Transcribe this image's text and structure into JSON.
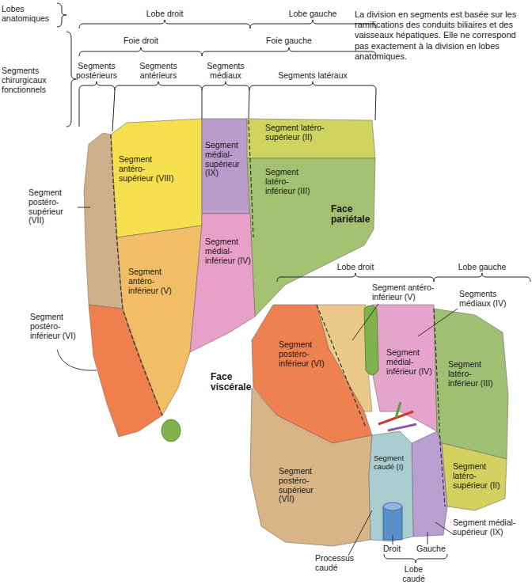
{
  "diagram": {
    "nodes": [
      {
        "text": [
          "Segment antéro-supérieur (VIII)"
        ]
      },
      {
        "text": [
          "Segment médial-supérieur (IX)"
        ]
      },
      {
        "text": [
          "Segment latéro-supérieur (II)"
        ]
      },
      {
        "text": [
          "Segment latéro-inférieur (III)"
        ]
      },
      {
        "text": [
          "Segment antéro-inférieur (V)"
        ]
      },
      {
        "text": [
          "Segment médial-inférieur (IV)"
        ]
      },
      {
        "text": [
          "Segment postéro-inférieur (VI)"
        ]
      },
      {
        "text": [
          "Segment médial-inférieur (IV)"
        ]
      },
      {
        "text": [
          "Segment latéro-inférieur (III)"
        ]
      },
      {
        "text": [
          "Segment postéro-supérieur (VII)"
        ]
      },
      {
        "text": [
          "Segment caudé (I)"
        ]
      },
      {
        "text": [
          "Segment latéro-supérieur (II)"
        ]
      }
    ],
    "labels": [
      "Lobes anatomiques",
      "Lobe droit",
      "Lobe gauche",
      "Segments chirurgicaux fonctionnels",
      "Foie droit",
      "Foie gauche",
      "Segments postérieurs",
      "Segments antérieurs",
      "Segments médiaux",
      "Segments latéraux",
      "La division en segments est basée sur les ramifications des conduits biliaires et des vaisseaux hépatiques. Elle ne correspond pas exactement à la division en lobes anatomiques.",
      "Segment postéro-supérieur (VII)",
      "Face pariétale",
      "Segment postéro-inférieur (VI)",
      "Lobe droit",
      "Lobe gauche",
      "Segment antéro-inférieur (V)",
      "Segments médiaux (IV)",
      "Face viscérale",
      "Processus caudé",
      "Droit",
      "Gauche",
      "Lobe caudé",
      "Segment médial-supérieur (IX)"
    ]
  }
}
